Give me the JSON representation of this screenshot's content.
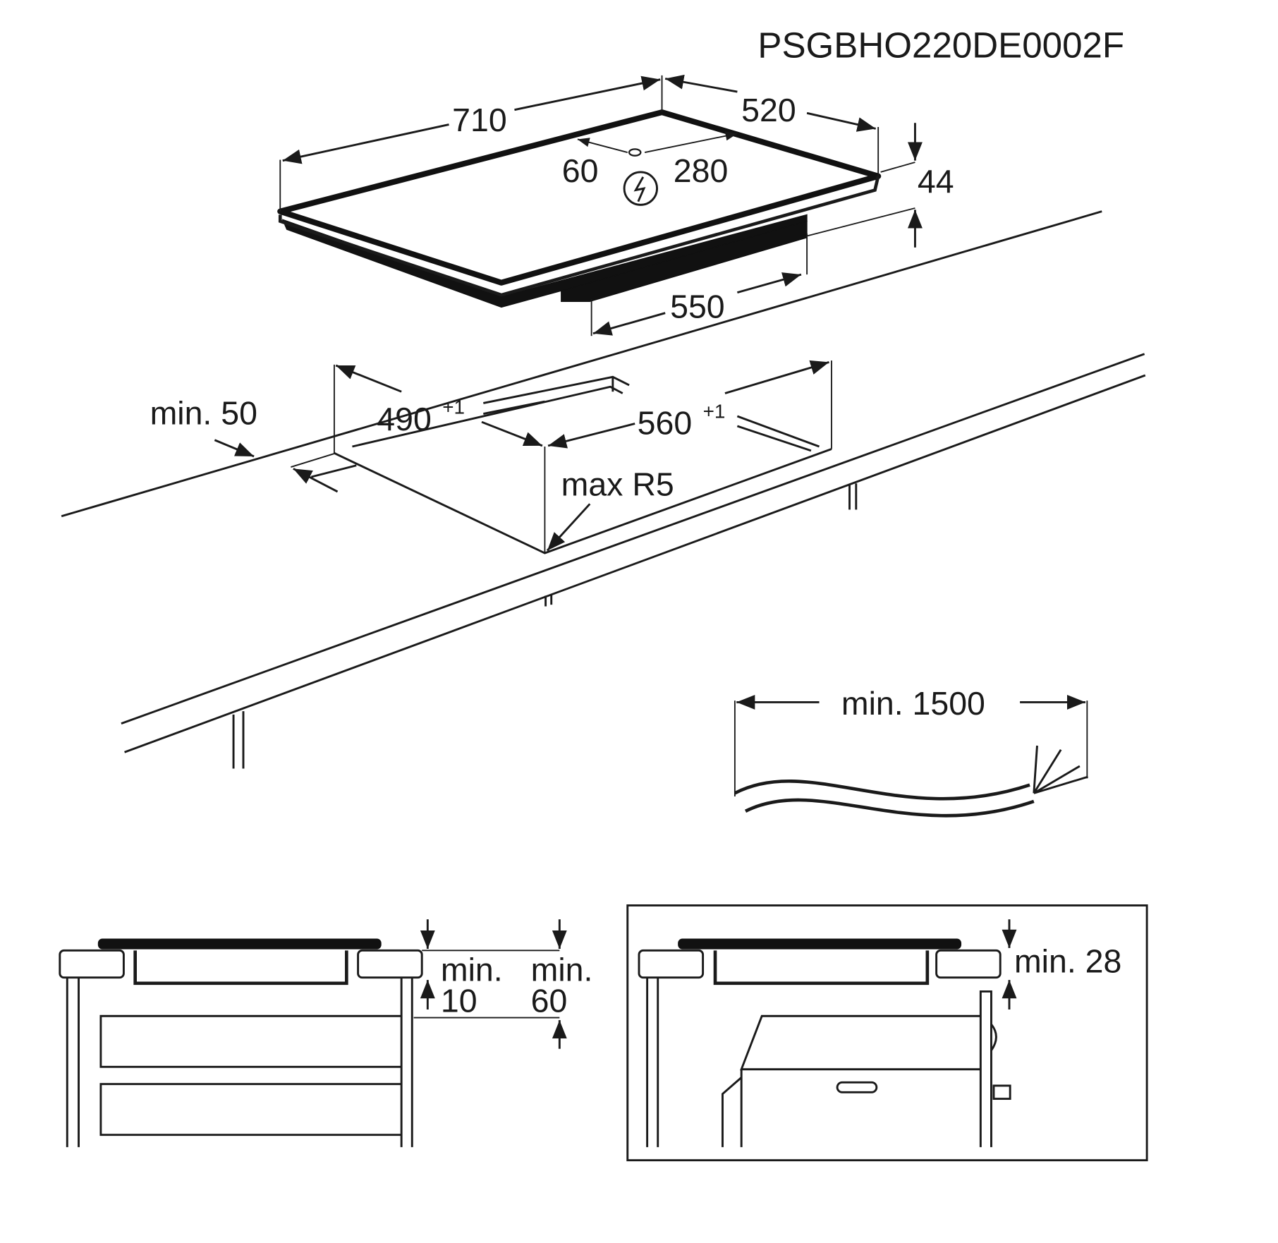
{
  "drawing_code": "PSGBHO220DE0002F",
  "hob": {
    "width": "710",
    "depth": "520",
    "height": "44",
    "body_width": "550",
    "conn_left": "60",
    "conn_right": "280"
  },
  "cutout": {
    "depth": "490",
    "depth_tol": "+1",
    "width": "560",
    "width_tol": "+1",
    "edge_min": "min. 50",
    "corner_radius": "max R5"
  },
  "cable": {
    "length": "min. 1500"
  },
  "section_drawers": {
    "min_label_1": "min.",
    "gap_1": "10",
    "min_label_2": "min.",
    "gap_2": "60"
  },
  "section_oven": {
    "worktop": "min. 28"
  },
  "colors": {
    "ink": "#1a1a1a",
    "background": "#ffffff"
  }
}
